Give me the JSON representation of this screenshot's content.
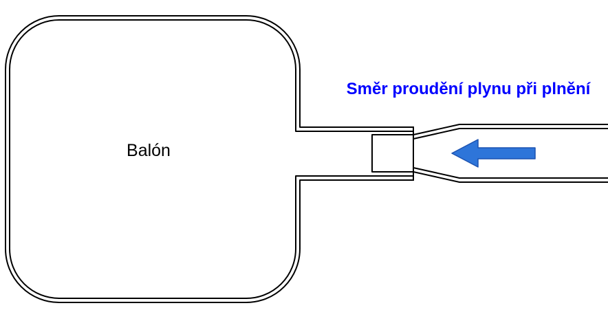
{
  "diagram": {
    "balloon_label": "Balón",
    "flow_caption": "Směr proudění plynu při plnění",
    "arrow": {
      "icon": "left-arrow",
      "direction": "left"
    }
  },
  "colors": {
    "caption_text": "#0000ff",
    "arrow_fill": "#2e75d9",
    "arrow_outline": "#1c52b0",
    "outline": "#000000",
    "background": "#ffffff"
  }
}
